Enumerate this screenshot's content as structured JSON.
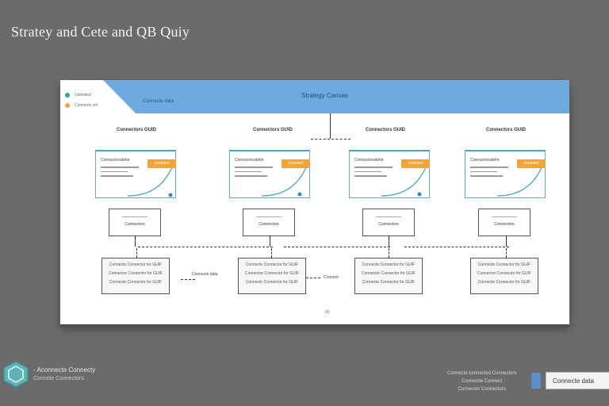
{
  "title": "Stratey and Cete and QB Quiy",
  "banner": {
    "text": "Strategy Canvas",
    "sub": "Connecte data"
  },
  "legend": [
    {
      "label": "Unlimited",
      "color": "#2aa7a0"
    },
    {
      "label": "Connecte vol",
      "color": "#f3a33b"
    }
  ],
  "columns": [
    {
      "title": "Connectors GUID",
      "card_label": "Connectorsdefor",
      "badge": "Connect",
      "box_label": "Connectors",
      "detail": [
        "Connecte Connector for GUIF",
        "Connector Connector for GUIF",
        "Connecte Connector for GUIF"
      ]
    },
    {
      "title": "Connectors GUID",
      "card_label": "Connectorsdefor",
      "badge": "Connect",
      "box_label": "Connectors",
      "detail": [
        "Connecte Connector for GUIF",
        "Connector Connector for GUIF",
        "Connecte Connector for GUIF"
      ]
    },
    {
      "title": "Connectors GUID",
      "card_label": "Connectorsdefor",
      "badge": "Connect",
      "box_label": "Connectors",
      "detail": [
        "Connecte Connector for GUIF",
        "Connector Connector for GUIF",
        "Connecte Connector for GUIF"
      ]
    },
    {
      "title": "Connectors GUID",
      "card_label": "Connectorsdefor",
      "badge": "Connect",
      "box_label": "Connectors",
      "detail": [
        "Connecte Connector for GUIF",
        "Connector Connector for GUIF",
        "Connecte Connector for GUIF"
      ]
    }
  ],
  "mid_notes": [
    "Connecte data",
    "Connect"
  ],
  "page_number": "00",
  "footer": {
    "logo_text": "- Aconnecte Connecty",
    "logo_sub": "Conncte Connectors",
    "lines": [
      "Connecte connected Connectors",
      "Connectie Connect",
      "Connector Connectors"
    ],
    "button": "Connecte data"
  },
  "colors": {
    "accent": "#6eaae0",
    "orange": "#f3a33b",
    "teal": "#2aa7a0"
  }
}
